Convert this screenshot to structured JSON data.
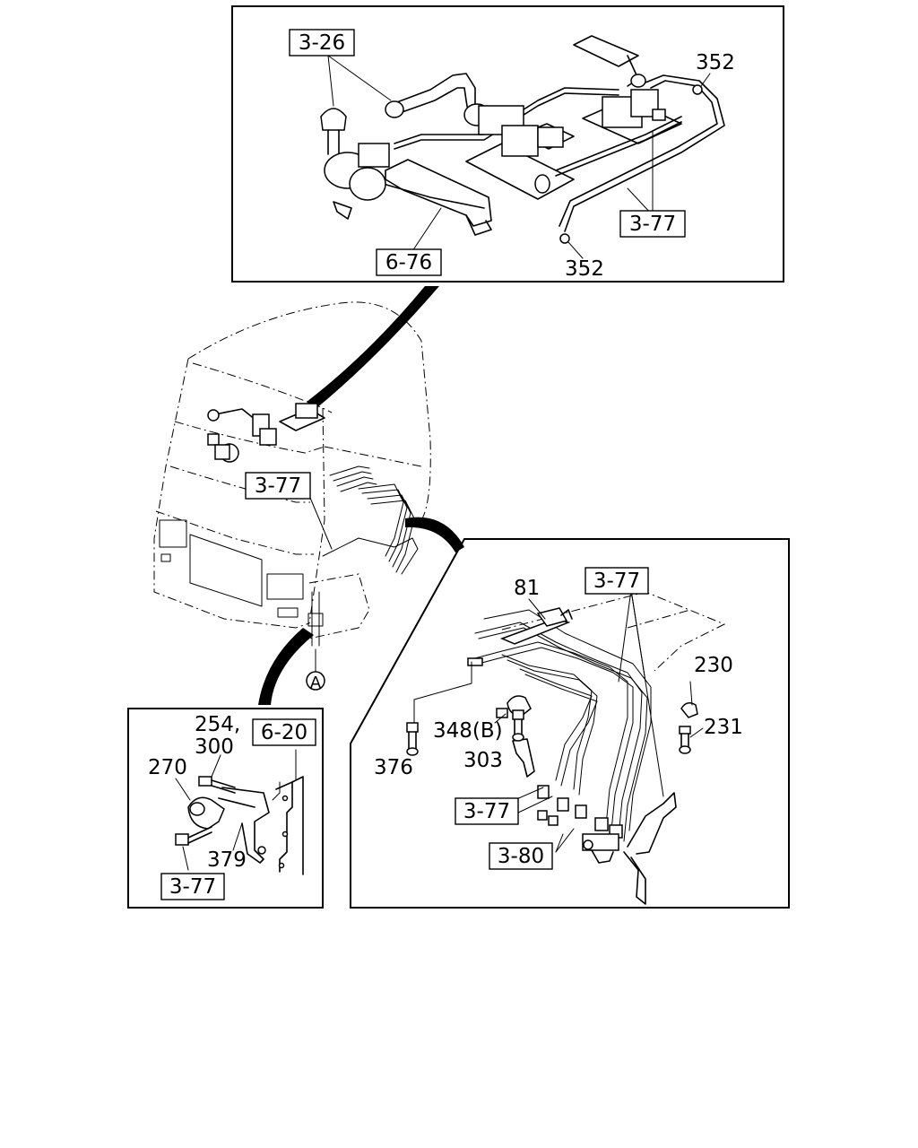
{
  "diagram": {
    "top_detail": {
      "refs": [
        "3-26",
        "6-76",
        "3-77"
      ],
      "parts": [
        "352",
        "352"
      ]
    },
    "cab": {
      "ref": "3-77",
      "marker": "A"
    },
    "left_detail": {
      "refs": [
        "6-20",
        "3-77"
      ],
      "parts": [
        "254,",
        "300",
        "270",
        "379"
      ]
    },
    "right_detail": {
      "refs": [
        "3-77",
        "3-77",
        "3-80"
      ],
      "parts": [
        "81",
        "230",
        "348(B)",
        "231",
        "376",
        "303"
      ]
    }
  }
}
